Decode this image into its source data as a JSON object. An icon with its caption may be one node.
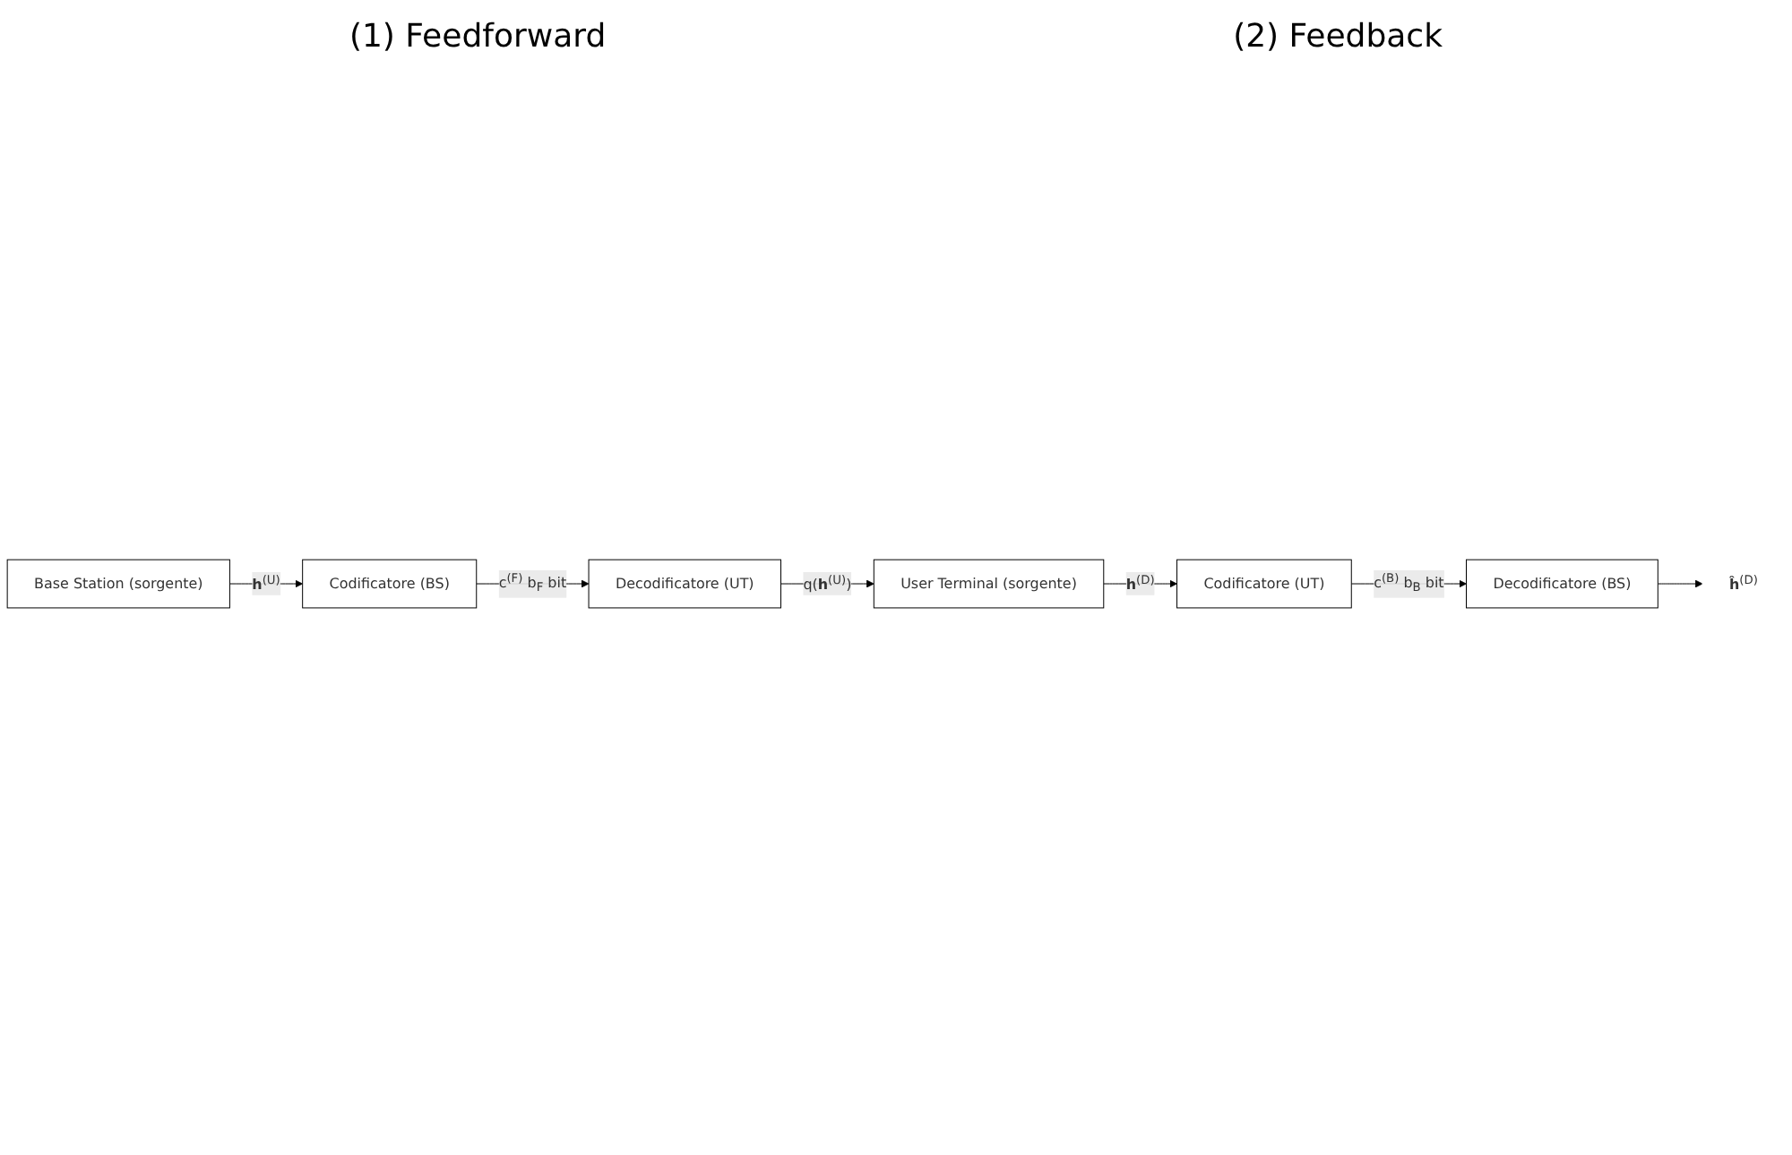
{
  "diagram": {
    "nodes": [
      {
        "text": [
          "Base Station (sorgente)"
        ]
      },
      {
        "text": [
          "Codificatore (BS)"
        ]
      },
      {
        "text": [
          "Decodificatore (UT)"
        ]
      },
      {
        "text": [
          "User Terminal (sorgente)"
        ]
      },
      {
        "text": [
          "Codificatore (UT)"
        ]
      },
      {
        "text": [
          "Decodificatore (BS)"
        ]
      },
      {
        "text": [
          "**ĥ**$^{(D)}$"
        ]
      }
    ],
    "edges": [
      {
        "from": 0,
        "to": 1,
        "arrow": "to",
        "label": "**h**$^{(U)}$"
      },
      {
        "from": 1,
        "to": 2,
        "arrow": "to",
        "label": "c$^{(F)}$ b$_{F}$ bit"
      },
      {
        "from": 2,
        "to": 3,
        "arrow": "to",
        "label": "q(**h**$^{(U)}$)"
      },
      {
        "from": 3,
        "to": 4,
        "arrow": "to",
        "label": "**h**$^{(D)}$"
      },
      {
        "from": 4,
        "to": 5,
        "arrow": "to",
        "label": "c$^{(B)}$ b$_{B}$ bit"
      },
      {
        "from": 5,
        "to": 6,
        "arrow": "to"
      }
    ],
    "labels": [
      "(1) Feedforward",
      "(2) Feedback"
    ]
  }
}
